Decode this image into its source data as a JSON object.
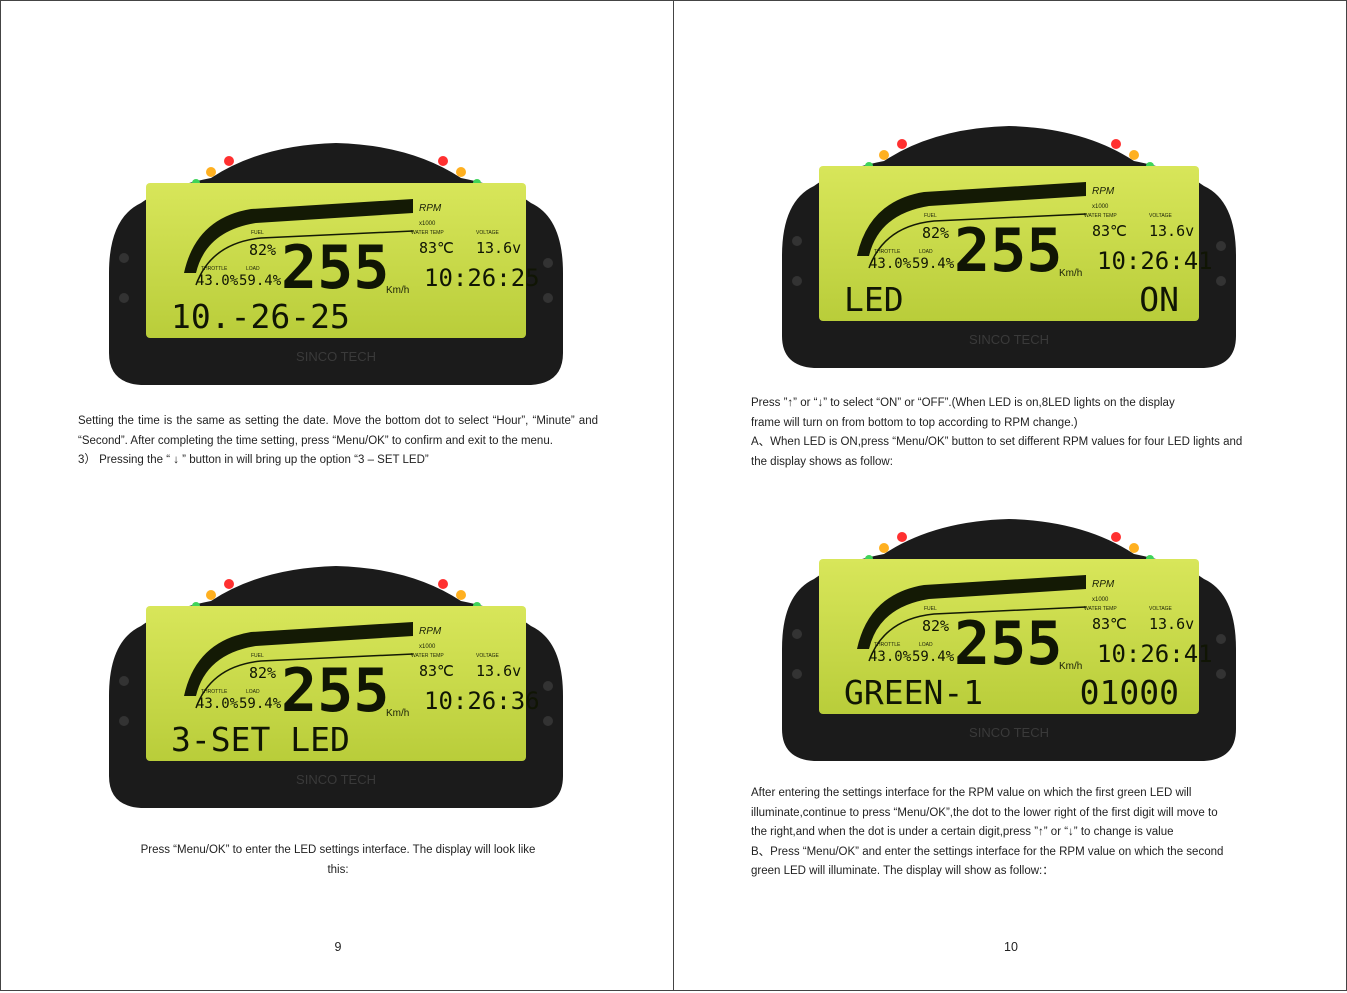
{
  "left_page": {
    "paragraph1": "Setting the time is the same as setting the date. Move the bottom dot to select “Hour”, “Minute” and “Second”. After completing the time setting, press “Menu/OK” to confirm and exit to the menu.",
    "step3": "3） Pressing the “ ↓ ” button in will bring up the option “3 – SET LED”",
    "paragraph2_line1": "Press “Menu/OK” to enter the LED settings interface. The display will look like",
    "paragraph2_line2": "this:",
    "page_number": "9"
  },
  "right_page": {
    "paragraph1_line1": "Press ”↑” or “↓” to select “ON” or “OFF”.(When LED is on,8LED lights on the display",
    "paragraph1_line2": "frame will turn on from bottom to top according to RPM change.)",
    "paragraph1_line3": "A、When LED is ON,press “Menu/OK” button to set different RPM values for four LED lights and",
    "paragraph1_line4": "the display shows as follow:",
    "paragraph2_line1": "After entering the settings interface for the RPM value on which the first green LED will",
    "paragraph2_line2": "illuminate,continue to press “Menu/OK”,the dot to the lower right of the first digit will move to",
    "paragraph2_line3": "the right,and when the dot is under a certain digit,press ”↑” or “↓” to change is value",
    "paragraph2_line4": "B、Press “Menu/OK” and enter the settings interface for the RPM value on which the second",
    "paragraph2_line5": "green LED will illuminate. The display will show as follow:：",
    "page_number": "10"
  },
  "dash_common": {
    "rpm_label": "RPM",
    "x1000_label": "x1000",
    "fuel_label": "FUEL",
    "fuel_value": "82",
    "throttle_label": "THROTTLE",
    "throttle_value": "43.0",
    "load_label": "LOAD",
    "load_value": "59.4",
    "water_temp_label": "WATER TEMP",
    "water_temp_value": "83",
    "voltage_label": "VOLTAGE",
    "voltage_value": "13.6",
    "speed_value": "255",
    "speed_unit": "Km/h",
    "brand": "SINCO TECH"
  },
  "dashboards": [
    {
      "time": "10:26:25",
      "bottom_left": "10.-26-25",
      "bottom_right": ""
    },
    {
      "time": "10:26:36",
      "bottom_left": "3-SET LED",
      "bottom_right": ""
    },
    {
      "time": "10:26:41",
      "bottom_left": "LED",
      "bottom_right": "ON"
    },
    {
      "time": "10:26:41",
      "bottom_left": "GREEN-1",
      "bottom_right": "01000"
    }
  ]
}
